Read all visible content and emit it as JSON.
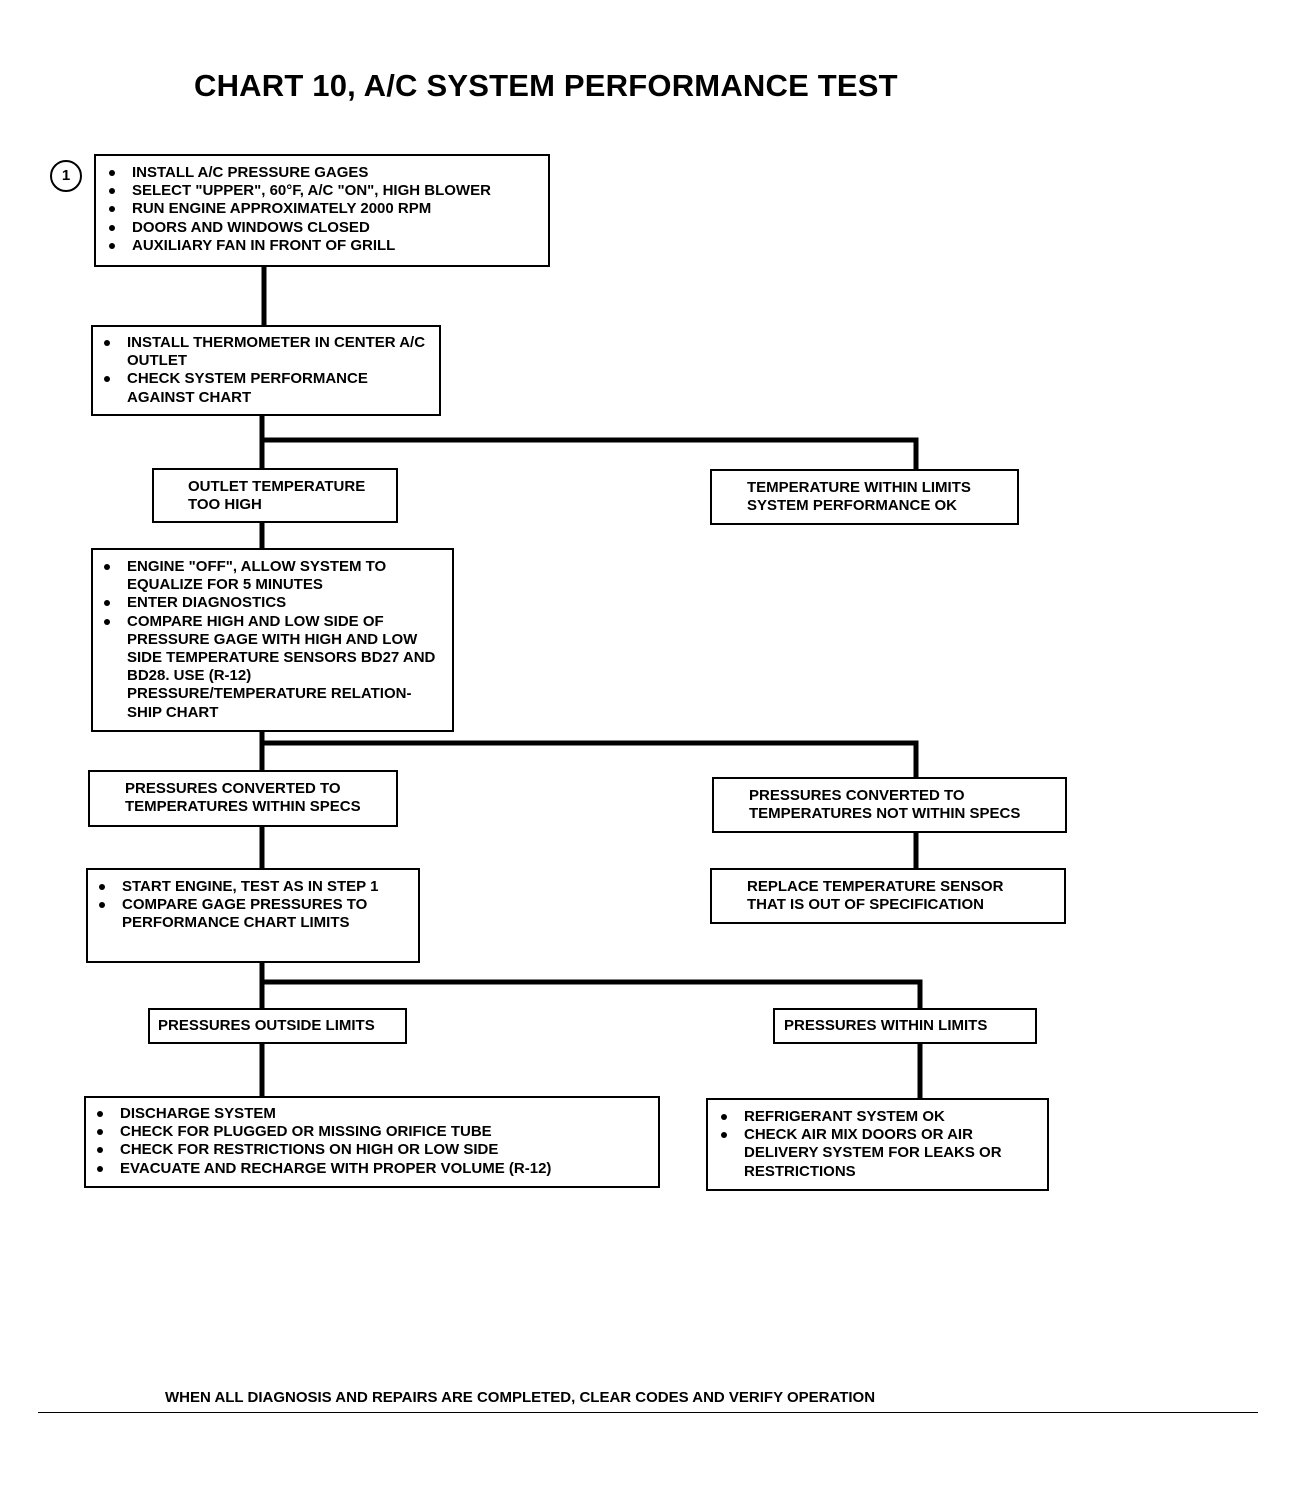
{
  "title": "CHART 10, A/C SYSTEM PERFORMANCE TEST",
  "step_marker": "1",
  "boxes": {
    "install_gages": {
      "items": [
        "INSTALL A/C PRESSURE GAGES",
        "SELECT \"UPPER\", 60°F, A/C \"ON\", HIGH BLOWER",
        "RUN ENGINE APPROXIMATELY 2000 RPM",
        "DOORS AND WINDOWS CLOSED",
        "AUXILIARY FAN IN FRONT OF GRILL"
      ]
    },
    "thermometer": {
      "items": [
        "INSTALL THERMOMETER IN CENTER A/C OUTLET",
        "CHECK SYSTEM PERFORMANCE AGAINST CHART"
      ]
    },
    "outlet_too_high": {
      "text": "OUTLET TEMPERATURE\nTOO HIGH"
    },
    "temp_within_limits": {
      "text": "TEMPERATURE WITHIN LIMITS\nSYSTEM PERFORMANCE OK"
    },
    "engine_off": {
      "items": [
        "ENGINE \"OFF\", ALLOW SYSTEM TO EQUALIZE FOR 5 MINUTES",
        "ENTER DIAGNOSTICS",
        "COMPARE HIGH AND LOW SIDE OF PRESSURE GAGE WITH HIGH AND LOW SIDE TEMPERATURE SENSORS BD27 AND BD28. USE (R-12) PRESSURE/TEMPERATURE RELATION-SHIP CHART"
      ]
    },
    "within_specs": {
      "text": "PRESSURES CONVERTED TO\nTEMPERATURES WITHIN SPECS"
    },
    "not_within_specs": {
      "text": "PRESSURES CONVERTED TO\nTEMPERATURES NOT WITHIN SPECS"
    },
    "start_engine": {
      "items": [
        "START ENGINE, TEST AS IN STEP 1",
        "COMPARE GAGE PRESSURES TO PERFORMANCE CHART LIMITS"
      ]
    },
    "replace_sensor": {
      "text": "REPLACE TEMPERATURE SENSOR\nTHAT IS OUT OF SPECIFICATION"
    },
    "outside_limits": {
      "text": "PRESSURES OUTSIDE LIMITS"
    },
    "within_limits": {
      "text": "PRESSURES WITHIN LIMITS"
    },
    "discharge": {
      "items": [
        "DISCHARGE SYSTEM",
        "CHECK FOR PLUGGED OR MISSING ORIFICE TUBE",
        "CHECK FOR RESTRICTIONS ON HIGH OR LOW SIDE",
        "EVACUATE AND RECHARGE WITH PROPER VOLUME (R-12)"
      ]
    },
    "refrigerant_ok": {
      "items": [
        "REFRIGERANT SYSTEM OK",
        "CHECK AIR MIX DOORS OR AIR DELIVERY SYSTEM FOR LEAKS OR RESTRICTIONS"
      ]
    }
  },
  "footer": "WHEN ALL DIAGNOSIS AND REPAIRS ARE COMPLETED, CLEAR CODES AND VERIFY OPERATION"
}
